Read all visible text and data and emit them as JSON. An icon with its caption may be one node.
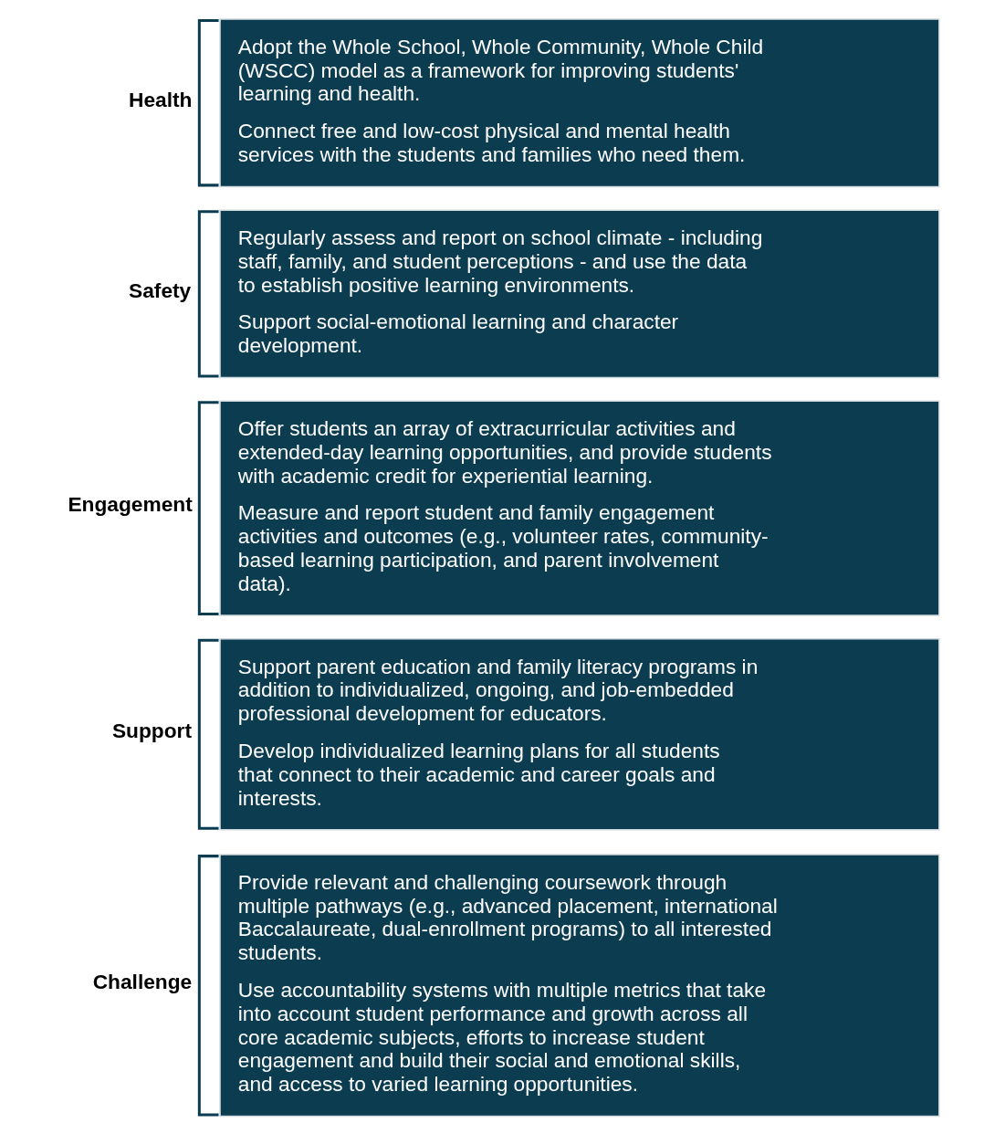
{
  "diagram": {
    "nodes": [
      {
        "text": [
          "Health",
          "Adopt the Whole School, Whole Community, Whole Child (WSCC) model as a framework for improving students' learning and health.",
          "Connect free and low-cost physical and mental health services with the students and families who need them."
        ]
      },
      {
        "text": [
          "Safety",
          "Regularly assess and report on school climate - including staff, family, and student perceptions - and use the data to establish positive learning environments.",
          "Support social-emotional learning and character development."
        ]
      },
      {
        "text": [
          "Engagement",
          "Offer students an array of extracurricular activities and extended-day learning opportunities, and provide students with academic credit for experiential learning.",
          "Measure and report student and family engagement activities and outcomes (e.g., volunteer rates, community-based learning participation, and parent involvement data)."
        ]
      },
      {
        "text": [
          "Support",
          "Support parent education and family literacy programs in addition to individualized, ongoing, and job-embedded professional development for educators.",
          "Develop individualized learning plans for all students that connect to their academic and career goals and interests."
        ]
      },
      {
        "text": [
          "Challenge",
          "Provide relevant and challenging coursework through multiple pathways (e.g., advanced placement, international Baccalaureate, dual-enrollment programs) to all interested students.",
          "Use accountability systems with multiple metrics that take into account student performance and growth across all core academic subjects, efforts to increase student engagement and build their social and emotional skills, and access to varied learning opportunities."
        ]
      }
    ]
  }
}
